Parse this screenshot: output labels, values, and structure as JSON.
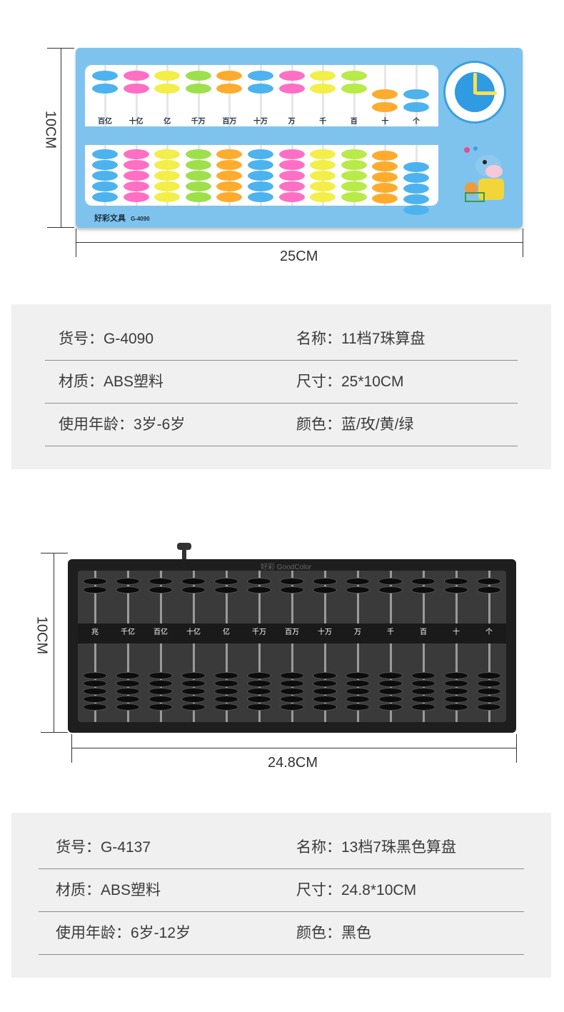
{
  "product1": {
    "height_label": "10CM",
    "width_label": "25CM",
    "brand": "好彩文具",
    "model_on_frame": "G-4090",
    "place_labels": [
      "百亿",
      "十亿",
      "亿",
      "千万",
      "百万",
      "十万",
      "万",
      "千",
      "百",
      "十",
      "个"
    ],
    "bead_colors": [
      "#4db3ee",
      "#ff6fc4",
      "#f3ee48",
      "#9ee04c",
      "#ffab2e",
      "#4db3ee",
      "#ff6fc4",
      "#f3ee48",
      "#b8ea48",
      "#ffab2e",
      "#4db3ee"
    ],
    "specs": [
      {
        "key": "货号",
        "value": "G-4090"
      },
      {
        "key": "名称",
        "value": "11档7珠算盘"
      },
      {
        "key": "材质",
        "value": "ABS塑料"
      },
      {
        "key": "尺寸",
        "value": "25*10CM"
      },
      {
        "key": "使用年龄",
        "value": "3岁-6岁"
      },
      {
        "key": "颜色",
        "value": "蓝/玫/黄/绿"
      }
    ]
  },
  "product2": {
    "height_label": "10CM",
    "width_label": "24.8CM",
    "brand": "好彩 GoodColor",
    "place_labels": [
      "兆",
      "千亿",
      "百亿",
      "十亿",
      "亿",
      "千万",
      "百万",
      "十万",
      "万",
      "千",
      "百",
      "十",
      "个"
    ],
    "specs": [
      {
        "key": "货号",
        "value": "G-4137"
      },
      {
        "key": "名称",
        "value": "13档7珠黑色算盘"
      },
      {
        "key": "材质",
        "value": "ABS塑料"
      },
      {
        "key": "尺寸",
        "value": "24.8*10CM"
      },
      {
        "key": "使用年龄",
        "value": "6岁-12岁"
      },
      {
        "key": "颜色",
        "value": "黑色"
      }
    ]
  }
}
